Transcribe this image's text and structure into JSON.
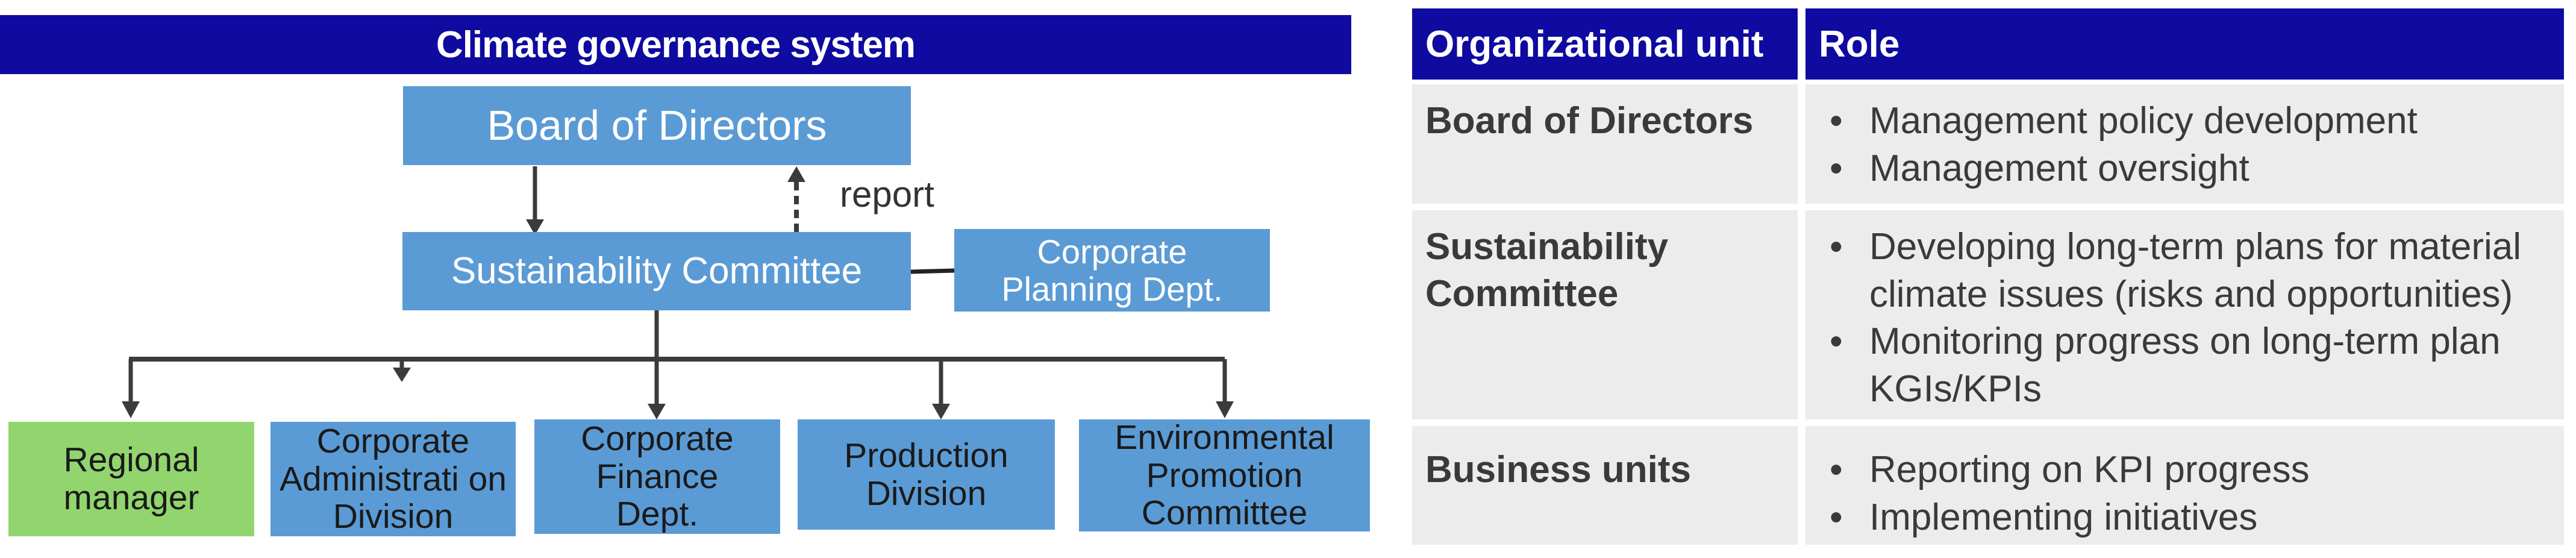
{
  "diagram": {
    "title": "Climate governance system",
    "board": "Board of Directors",
    "report_label": "report",
    "committee": "Sustainability Committee",
    "planning": "Corporate Planning Dept.",
    "units": [
      "Regional manager",
      "Corporate Administrati on Division",
      "Corporate Finance Dept.",
      "Production Division",
      "Environmental Promotion Committee"
    ]
  },
  "colors": {
    "navy": "#0f0aa0",
    "box_blue": "#5b9bd5",
    "regional_green": "#92d56e",
    "table_cell": "#ececec"
  },
  "table": {
    "headers": [
      "Organizational unit",
      "Role"
    ],
    "rows": [
      {
        "unit": "Board of Directors",
        "roles": [
          "Management policy development",
          "Management oversight"
        ]
      },
      {
        "unit": "Sustainability Committee",
        "roles": [
          "Developing long-term plans for material climate issues (risks and opportunities)",
          "Monitoring progress on long-term plan KGIs/KPIs"
        ]
      },
      {
        "unit": "Business units",
        "roles": [
          "Reporting on KPI progress",
          "Implementing initiatives"
        ]
      }
    ]
  }
}
